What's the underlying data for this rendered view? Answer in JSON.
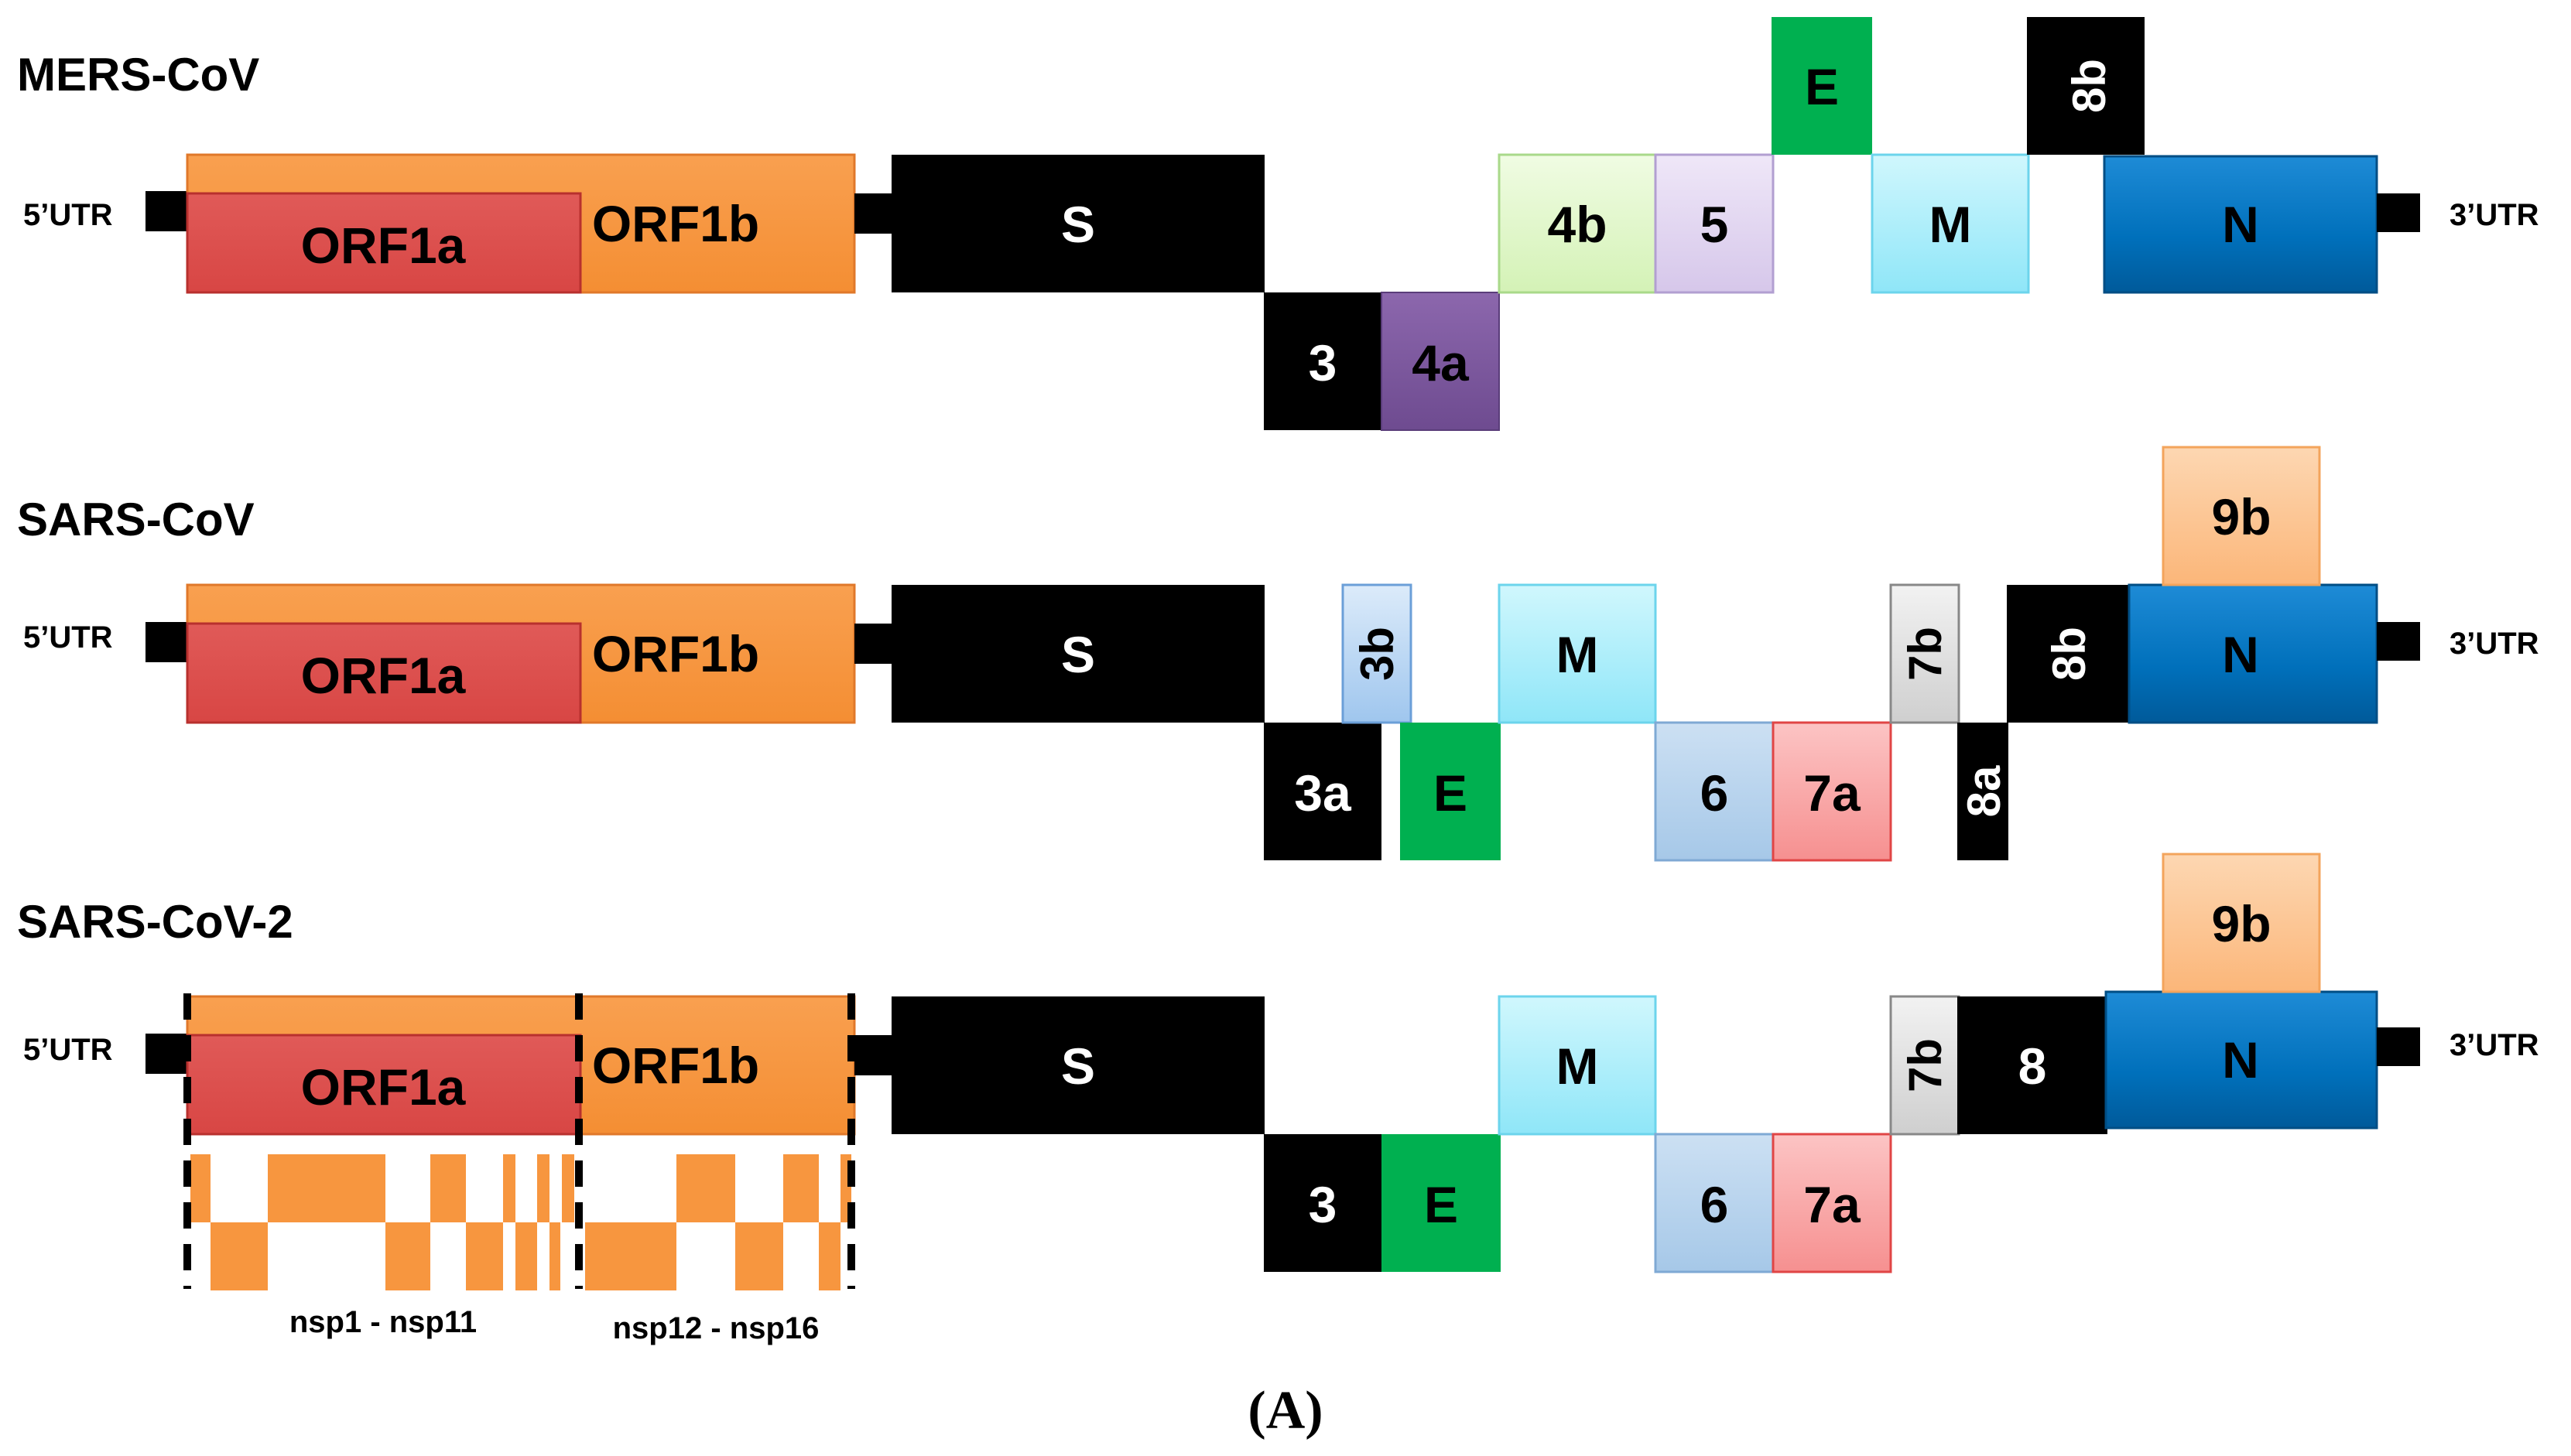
{
  "genomes": [
    {
      "title": "MERS-CoV",
      "utr5": "5’UTR",
      "utr3": "3’UTR",
      "orf1a": "ORF1a",
      "orf1b": "ORF1b",
      "genes": {
        "S": "S",
        "g3": "3",
        "g4a": "4a",
        "g4b": "4b",
        "g5": "5",
        "E": "E",
        "M": "M",
        "g8b": "8b",
        "N": "N"
      }
    },
    {
      "title": "SARS-CoV",
      "utr5": "5’UTR",
      "utr3": "3’UTR",
      "orf1a": "ORF1a",
      "orf1b": "ORF1b",
      "genes": {
        "S": "S",
        "g3a": "3a",
        "g3b": "3b",
        "E": "E",
        "M": "M",
        "g6": "6",
        "g7a": "7a",
        "g7b": "7b",
        "g8a": "8a",
        "g8b": "8b",
        "g9b": "9b",
        "N": "N"
      }
    },
    {
      "title": "SARS-CoV-2",
      "utr5": "5’UTR",
      "utr3": "3’UTR",
      "orf1a": "ORF1a",
      "orf1b": "ORF1b",
      "genes": {
        "S": "S",
        "g3": "3",
        "E": "E",
        "M": "M",
        "g6": "6",
        "g7a": "7a",
        "g7b": "7b",
        "g8": "8",
        "g9b": "9b",
        "N": "N"
      },
      "nsp_left": "nsp1 - nsp11",
      "nsp_right": "nsp12 - nsp16"
    }
  ],
  "caption": "(A)",
  "colors": {
    "orf1b": "#F7963F",
    "orf1a": "#DE4F4D",
    "black": "#000000",
    "purple": "#7E5A9F",
    "light_green": "#E5F8D1",
    "lavender": "#E3D8F1",
    "green": "#00B050",
    "light_cyan": "#B6F0FB",
    "blue": "#0071BC",
    "light_blue": "#B8D4EE",
    "pink": "#F9AAAA",
    "grey": "#E3E3E3",
    "peach": "#FDC898"
  }
}
